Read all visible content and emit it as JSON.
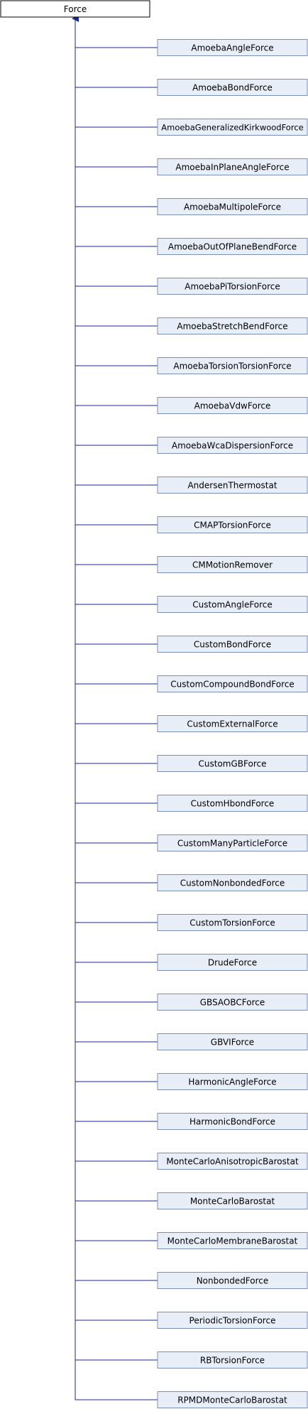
{
  "colors": {
    "root_fill": "#ffffff",
    "root_stroke": "#000000",
    "child_fill": "#e8eef7",
    "child_stroke": "#7f8fb2",
    "edge": "#1b2a8a",
    "text": "#000000"
  },
  "root": {
    "label": "Force"
  },
  "children": [
    {
      "label": "AmoebaAngleForce"
    },
    {
      "label": "AmoebaBondForce"
    },
    {
      "label": "AmoebaGeneralizedKirkwoodForce"
    },
    {
      "label": "AmoebaInPlaneAngleForce"
    },
    {
      "label": "AmoebaMultipoleForce"
    },
    {
      "label": "AmoebaOutOfPlaneBendForce"
    },
    {
      "label": "AmoebaPiTorsionForce"
    },
    {
      "label": "AmoebaStretchBendForce"
    },
    {
      "label": "AmoebaTorsionTorsionForce"
    },
    {
      "label": "AmoebaVdwForce"
    },
    {
      "label": "AmoebaWcaDispersionForce"
    },
    {
      "label": "AndersenThermostat"
    },
    {
      "label": "CMAPTorsionForce"
    },
    {
      "label": "CMMotionRemover"
    },
    {
      "label": "CustomAngleForce"
    },
    {
      "label": "CustomBondForce"
    },
    {
      "label": "CustomCompoundBondForce"
    },
    {
      "label": "CustomExternalForce"
    },
    {
      "label": "CustomGBForce"
    },
    {
      "label": "CustomHbondForce"
    },
    {
      "label": "CustomManyParticleForce"
    },
    {
      "label": "CustomNonbondedForce"
    },
    {
      "label": "CustomTorsionForce"
    },
    {
      "label": "DrudeForce"
    },
    {
      "label": "GBSAOBCForce"
    },
    {
      "label": "GBVIForce"
    },
    {
      "label": "HarmonicAngleForce"
    },
    {
      "label": "HarmonicBondForce"
    },
    {
      "label": "MonteCarloAnisotropicBarostat"
    },
    {
      "label": "MonteCarloBarostat"
    },
    {
      "label": "MonteCarloMembraneBarostat"
    },
    {
      "label": "NonbondedForce"
    },
    {
      "label": "PeriodicTorsionForce"
    },
    {
      "label": "RBTorsionForce"
    },
    {
      "label": "RPMDMonteCarloBarostat"
    }
  ]
}
